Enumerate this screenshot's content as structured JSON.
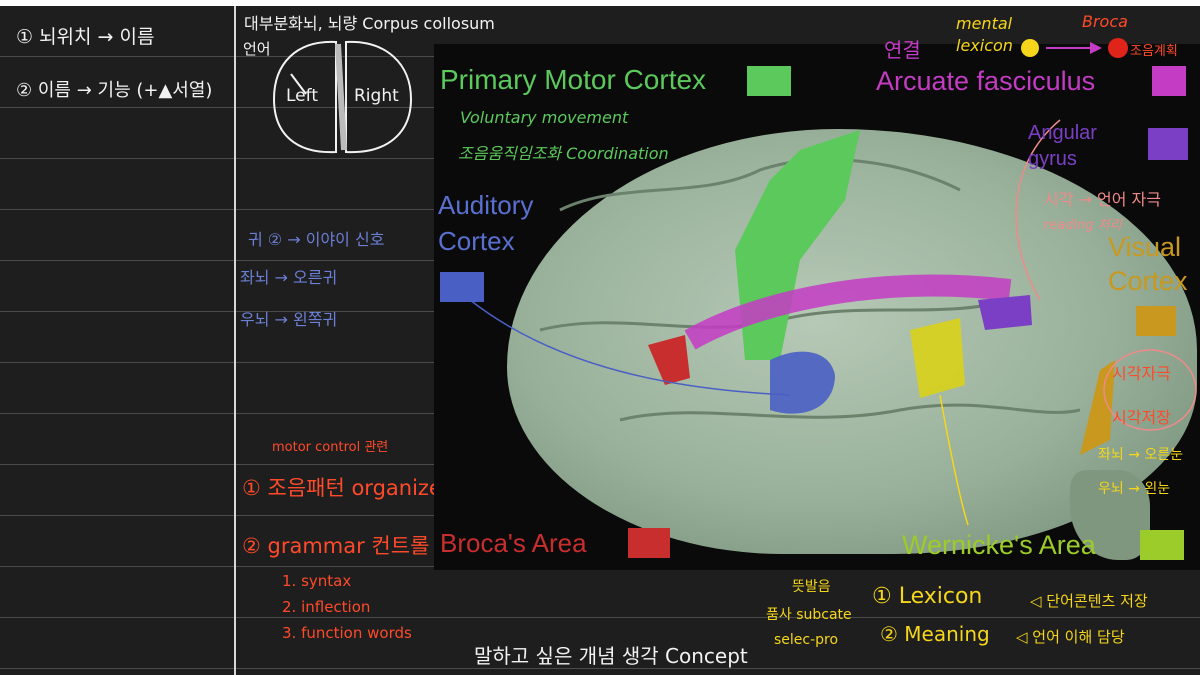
{
  "sidebar": {
    "item1": "① 뇌위치 → 이름",
    "item2": "② 이름 → 기능 (+▲서열)"
  },
  "hemispheres": {
    "note": "대부분화뇌, 뇌량 Corpus collosum",
    "lang": "언어",
    "left": "Left",
    "right": "Right"
  },
  "notes_blue": {
    "line1": "귀 ② → 이야이 신호",
    "line2": "좌뇌 → 오른귀",
    "line3": "우뇌 → 왼쪽귀"
  },
  "notes_red": {
    "heading": "motor control 관련",
    "item1": "① 조음패턴 organize",
    "item2": "② grammar 컨트롤",
    "sub1": "1. syntax",
    "sub2": "2. inflection",
    "sub3": "3. function words"
  },
  "bottom_note": "말하고 싶은 개념 생각 Concept",
  "diagram": {
    "primary_motor": "Primary Motor Cortex",
    "pm_note1": "Voluntary movement",
    "pm_note2": "조음움직임조화 Coordination",
    "auditory1": "Auditory",
    "auditory2": "Cortex",
    "arcuate": "Arcuate fasciculus",
    "angular1": "Angular",
    "angular2": "gyrus",
    "visual1": "Visual",
    "visual2": "Cortex",
    "broca": "Broca's Area",
    "wernicke": "Wernicke's Area"
  },
  "notes_top": {
    "connect": "연결",
    "mental1": "mental",
    "mental2": "lexicon",
    "broca": "Broca",
    "plan": "조음계획"
  },
  "notes_pink": {
    "angular_note": "시각 → 언어 자극",
    "reading": "reading 처리"
  },
  "notes_visual": {
    "line1": "시각자극",
    "line2": "시각저장",
    "line3": "좌뇌 → 오른눈",
    "line4": "우뇌 → 왼눈"
  },
  "notes_yellow": {
    "left1": "뜻발음",
    "left2": "품사 subcate",
    "left3": "selec-pro",
    "lexicon": "① Lexicon",
    "lexicon_desc": "◁ 단어콘텐츠 저장",
    "meaning": "② Meaning",
    "meaning_desc": "◁ 언어 이해 담당"
  },
  "colors": {
    "motor": "#5cc95c",
    "arcuate": "#c43bc4",
    "angular": "#7a3fc4",
    "auditory": "#4a5fc4",
    "visual": "#c9981e",
    "broca": "#c82e2e",
    "wernicke": "#9ccc2a"
  }
}
